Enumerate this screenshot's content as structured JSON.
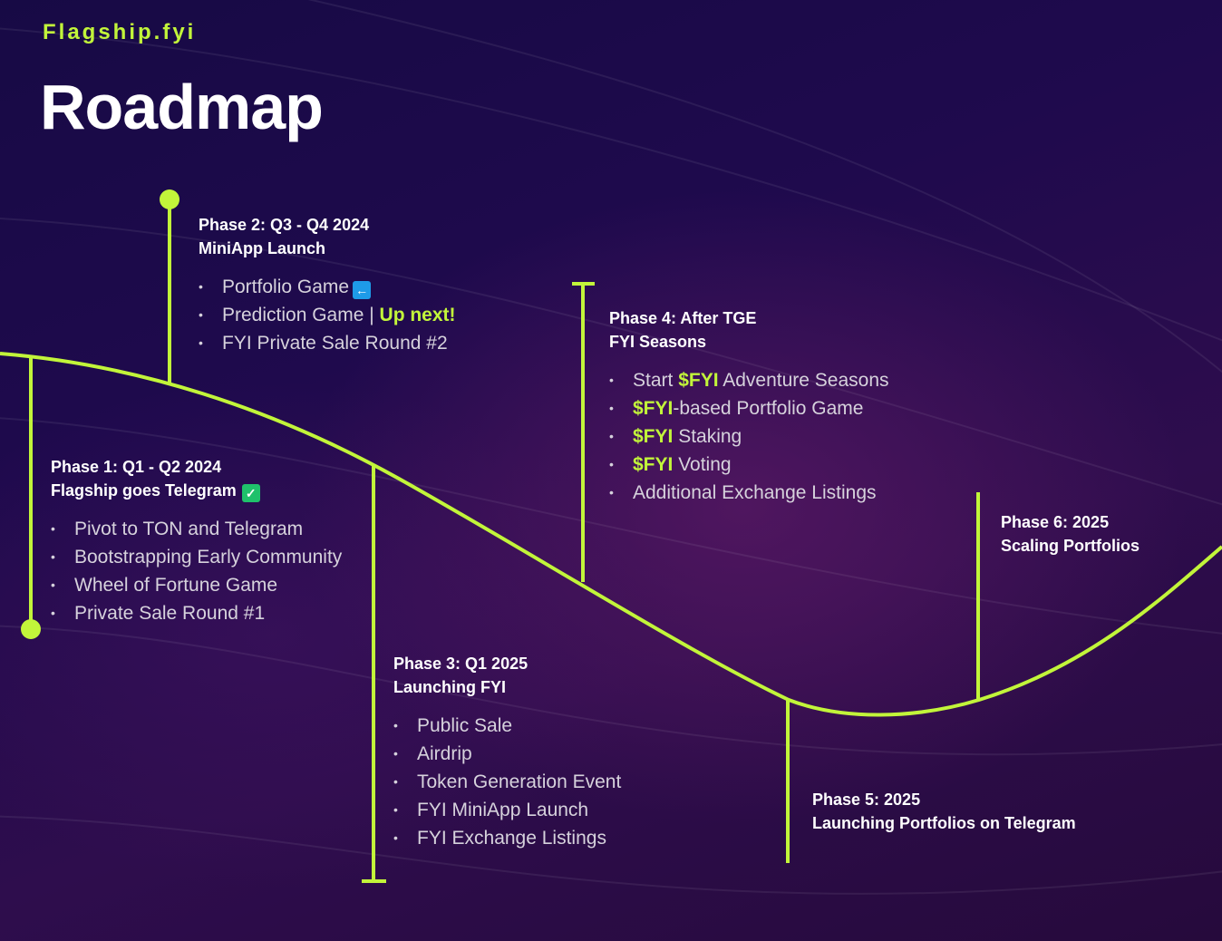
{
  "brand": "Flagship.fyi",
  "title": "Roadmap",
  "colors": {
    "accent": "#c2f53a",
    "check": "#1fc16b",
    "arrow": "#1e9be8"
  },
  "phases": [
    {
      "id": "p1",
      "title": "Phase 1: Q1 - Q2 2024",
      "subtitle": "Flagship goes Telegram",
      "subtitle_icon": "check-icon",
      "items": [
        {
          "text": "Pivot to TON and Telegram"
        },
        {
          "text": "Bootstrapping Early Community"
        },
        {
          "text": "Wheel of Fortune Game"
        },
        {
          "text": "Private Sale Round #1"
        }
      ]
    },
    {
      "id": "p2",
      "title": "Phase 2: Q3 - Q4 2024",
      "subtitle": "MiniApp Launch",
      "items": [
        {
          "text": "Portfolio Game",
          "icon": "left-arrow-icon"
        },
        {
          "text": "Prediction Game | ",
          "hl": "Up next!"
        },
        {
          "text": "FYI Private Sale Round #2"
        }
      ]
    },
    {
      "id": "p3",
      "title": "Phase 3:  Q1 2025",
      "subtitle": "Launching FYI",
      "items": [
        {
          "text": "Public Sale"
        },
        {
          "text": "Airdrip"
        },
        {
          "text": "Token Generation Event"
        },
        {
          "text": "FYI MiniApp Launch"
        },
        {
          "text": "FYI Exchange Listings"
        }
      ]
    },
    {
      "id": "p4",
      "title": "Phase 4: After TGE",
      "subtitle": "FYI Seasons",
      "items": [
        {
          "text": "Start ",
          "hl": "$FYI",
          "post": " Adventure Seasons"
        },
        {
          "hl_first": "$FYI",
          "post": "-based Portfolio Game"
        },
        {
          "hl_first": "$FYI",
          "post": " Staking"
        },
        {
          "hl_first": "$FYI",
          "post": " Voting"
        },
        {
          "text": "Additional Exchange Listings"
        }
      ]
    },
    {
      "id": "p5",
      "title": "Phase 5: 2025",
      "subtitle": "Launching Portfolios on Telegram",
      "items": []
    },
    {
      "id": "p6",
      "title": "Phase 6: 2025",
      "subtitle": "Scaling Portfolios",
      "items": []
    }
  ]
}
